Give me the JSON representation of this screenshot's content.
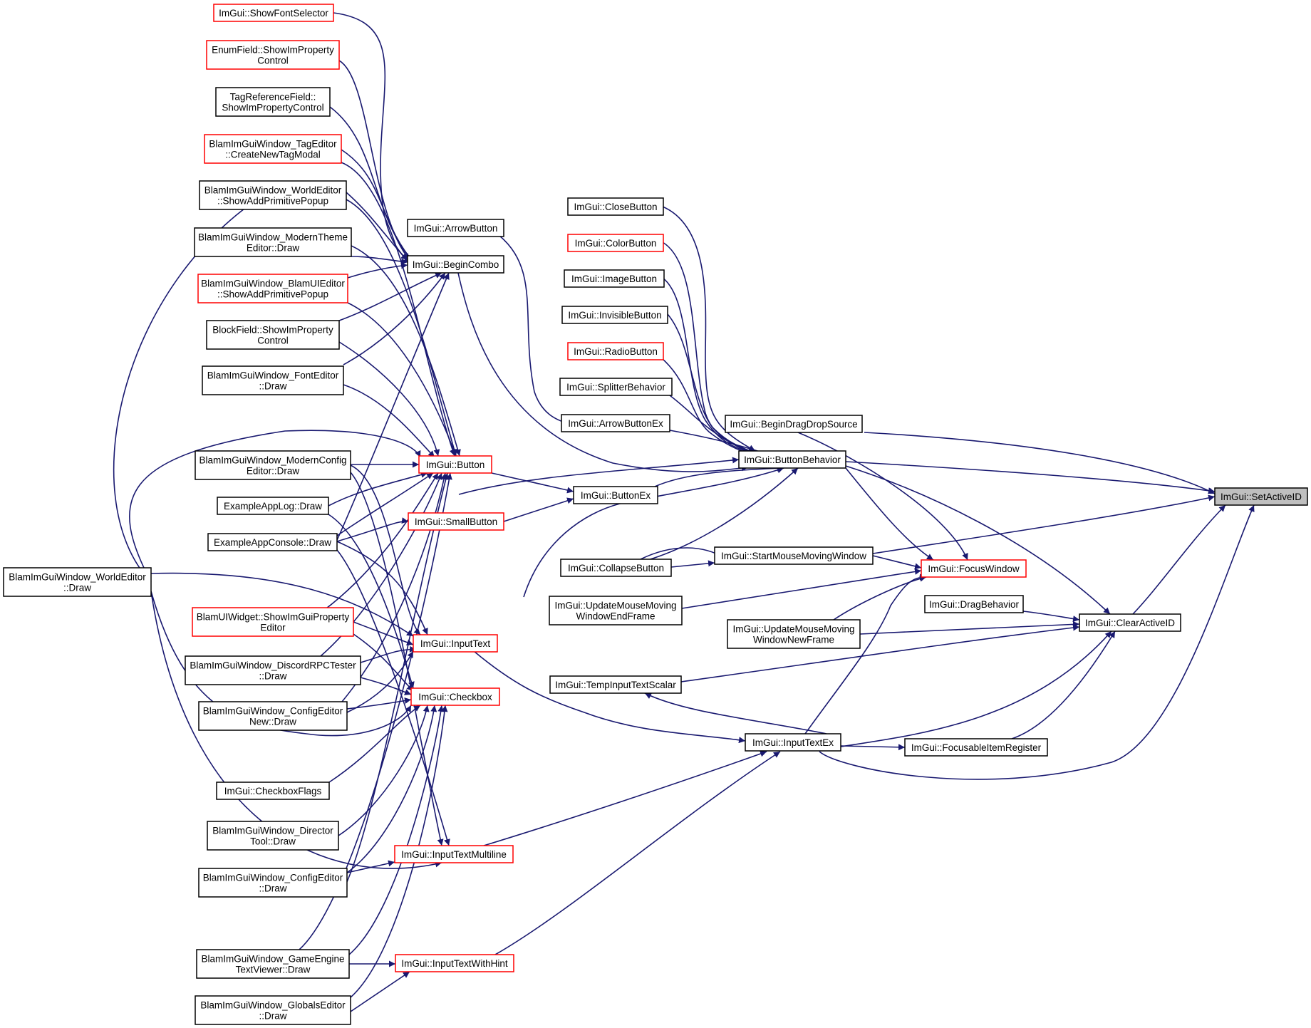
{
  "colors": {
    "edge": "#191970",
    "border": "#000000",
    "highlight_border": "#ff0000",
    "selected_fill": "#bfbfbf",
    "background": "#ffffff"
  },
  "nodes": [
    {
      "id": "setactiveid",
      "lines": [
        "ImGui::SetActiveID"
      ],
      "style": "selected"
    },
    {
      "id": "clearactiveid",
      "lines": [
        "ImGui::ClearActiveID"
      ],
      "style": "normal"
    },
    {
      "id": "buttonbehavior",
      "lines": [
        "ImGui::ButtonBehavior"
      ],
      "style": "normal"
    },
    {
      "id": "focuswindow",
      "lines": [
        "ImGui::FocusWindow"
      ],
      "style": "red"
    },
    {
      "id": "begindragdropsource",
      "lines": [
        "ImGui::BeginDragDropSource"
      ],
      "style": "normal"
    },
    {
      "id": "startmousemovingwindow",
      "lines": [
        "ImGui::StartMouseMovingWindow"
      ],
      "style": "normal"
    },
    {
      "id": "inputtextex",
      "lines": [
        "ImGui::InputTextEx"
      ],
      "style": "normal"
    },
    {
      "id": "dragbehavior",
      "lines": [
        "ImGui::DragBehavior"
      ],
      "style": "normal"
    },
    {
      "id": "focusableitemregister",
      "lines": [
        "ImGui::FocusableItemRegister"
      ],
      "style": "normal"
    },
    {
      "id": "updatemousemovingwindownewframe",
      "lines": [
        "ImGui::UpdateMouseMoving",
        "WindowNewFrame"
      ],
      "style": "normal"
    },
    {
      "id": "updatemousemovingwindowendframe",
      "lines": [
        "ImGui::UpdateMouseMoving",
        "WindowEndFrame"
      ],
      "style": "normal"
    },
    {
      "id": "collapsebutton",
      "lines": [
        "ImGui::CollapseButton"
      ],
      "style": "normal"
    },
    {
      "id": "tempinputtextscalar",
      "lines": [
        "ImGui::TempInputTextScalar"
      ],
      "style": "normal"
    },
    {
      "id": "closebutton",
      "lines": [
        "ImGui::CloseButton"
      ],
      "style": "normal"
    },
    {
      "id": "colorbutton",
      "lines": [
        "ImGui::ColorButton"
      ],
      "style": "red"
    },
    {
      "id": "imagebutton",
      "lines": [
        "ImGui::ImageButton"
      ],
      "style": "normal"
    },
    {
      "id": "invisiblebutton",
      "lines": [
        "ImGui::InvisibleButton"
      ],
      "style": "normal"
    },
    {
      "id": "radiobutton",
      "lines": [
        "ImGui::RadioButton"
      ],
      "style": "red"
    },
    {
      "id": "splitterbehavior",
      "lines": [
        "ImGui::SplitterBehavior"
      ],
      "style": "normal"
    },
    {
      "id": "arrowbuttonex",
      "lines": [
        "ImGui::ArrowButtonEx"
      ],
      "style": "normal"
    },
    {
      "id": "buttonex",
      "lines": [
        "ImGui::ButtonEx"
      ],
      "style": "normal"
    },
    {
      "id": "arrowbutton",
      "lines": [
        "ImGui::ArrowButton"
      ],
      "style": "normal"
    },
    {
      "id": "begincombo",
      "lines": [
        "ImGui::BeginCombo"
      ],
      "style": "normal"
    },
    {
      "id": "button",
      "lines": [
        "ImGui::Button"
      ],
      "style": "red"
    },
    {
      "id": "smallbutton",
      "lines": [
        "ImGui::SmallButton"
      ],
      "style": "red"
    },
    {
      "id": "inputtext",
      "lines": [
        "ImGui::InputText"
      ],
      "style": "red"
    },
    {
      "id": "checkbox",
      "lines": [
        "ImGui::Checkbox"
      ],
      "style": "red"
    },
    {
      "id": "inputtextmultiline",
      "lines": [
        "ImGui::InputTextMultiline"
      ],
      "style": "red"
    },
    {
      "id": "inputtextwithhint",
      "lines": [
        "ImGui::InputTextWithHint"
      ],
      "style": "red"
    },
    {
      "id": "showfontselector",
      "lines": [
        "ImGui::ShowFontSelector"
      ],
      "style": "red"
    },
    {
      "id": "enumfield",
      "lines": [
        "EnumField::ShowImProperty",
        "Control"
      ],
      "style": "red"
    },
    {
      "id": "tagreferencefield",
      "lines": [
        "TagReferenceField::",
        "ShowImPropertyControl"
      ],
      "style": "normal"
    },
    {
      "id": "tageditor",
      "lines": [
        "BlamImGuiWindow_TagEditor",
        "::CreateNewTagModal"
      ],
      "style": "red"
    },
    {
      "id": "worldeditor_showadd",
      "lines": [
        "BlamImGuiWindow_WorldEditor",
        "::ShowAddPrimitivePopup"
      ],
      "style": "normal"
    },
    {
      "id": "modernthemeeditor",
      "lines": [
        "BlamImGuiWindow_ModernTheme",
        "Editor::Draw"
      ],
      "style": "normal"
    },
    {
      "id": "blamuieditor",
      "lines": [
        "BlamImGuiWindow_BlamUIEditor",
        "::ShowAddPrimitivePopup"
      ],
      "style": "red"
    },
    {
      "id": "blockfield",
      "lines": [
        "BlockField::ShowImProperty",
        "Control"
      ],
      "style": "normal"
    },
    {
      "id": "fonteditor",
      "lines": [
        "BlamImGuiWindow_FontEditor",
        "::Draw"
      ],
      "style": "normal"
    },
    {
      "id": "modernconfigeditor",
      "lines": [
        "BlamImGuiWindow_ModernConfig",
        "Editor::Draw"
      ],
      "style": "normal"
    },
    {
      "id": "exampleapplog",
      "lines": [
        "ExampleAppLog::Draw"
      ],
      "style": "normal"
    },
    {
      "id": "exampleappconsole",
      "lines": [
        "ExampleAppConsole::Draw"
      ],
      "style": "normal"
    },
    {
      "id": "worldeditor_draw",
      "lines": [
        "BlamImGuiWindow_WorldEditor",
        "::Draw"
      ],
      "style": "normal"
    },
    {
      "id": "blamuiwidget",
      "lines": [
        "BlamUIWidget::ShowImGuiProperty",
        "Editor"
      ],
      "style": "red"
    },
    {
      "id": "discordrpctester",
      "lines": [
        "BlamImGuiWindow_DiscordRPCTester",
        "::Draw"
      ],
      "style": "normal"
    },
    {
      "id": "configeditornew",
      "lines": [
        "BlamImGuiWindow_ConfigEditor",
        "New::Draw"
      ],
      "style": "normal"
    },
    {
      "id": "checkboxflags",
      "lines": [
        "ImGui::CheckboxFlags"
      ],
      "style": "normal"
    },
    {
      "id": "directortool",
      "lines": [
        "BlamImGuiWindow_Director",
        "Tool::Draw"
      ],
      "style": "normal"
    },
    {
      "id": "configeditor",
      "lines": [
        "BlamImGuiWindow_ConfigEditor",
        "::Draw"
      ],
      "style": "normal"
    },
    {
      "id": "gameenginetextviewer",
      "lines": [
        "BlamImGuiWindow_GameEngine",
        "TextViewer::Draw"
      ],
      "style": "normal"
    },
    {
      "id": "globalseditor",
      "lines": [
        "BlamImGuiWindow_GlobalsEditor",
        "::Draw"
      ],
      "style": "normal"
    }
  ]
}
